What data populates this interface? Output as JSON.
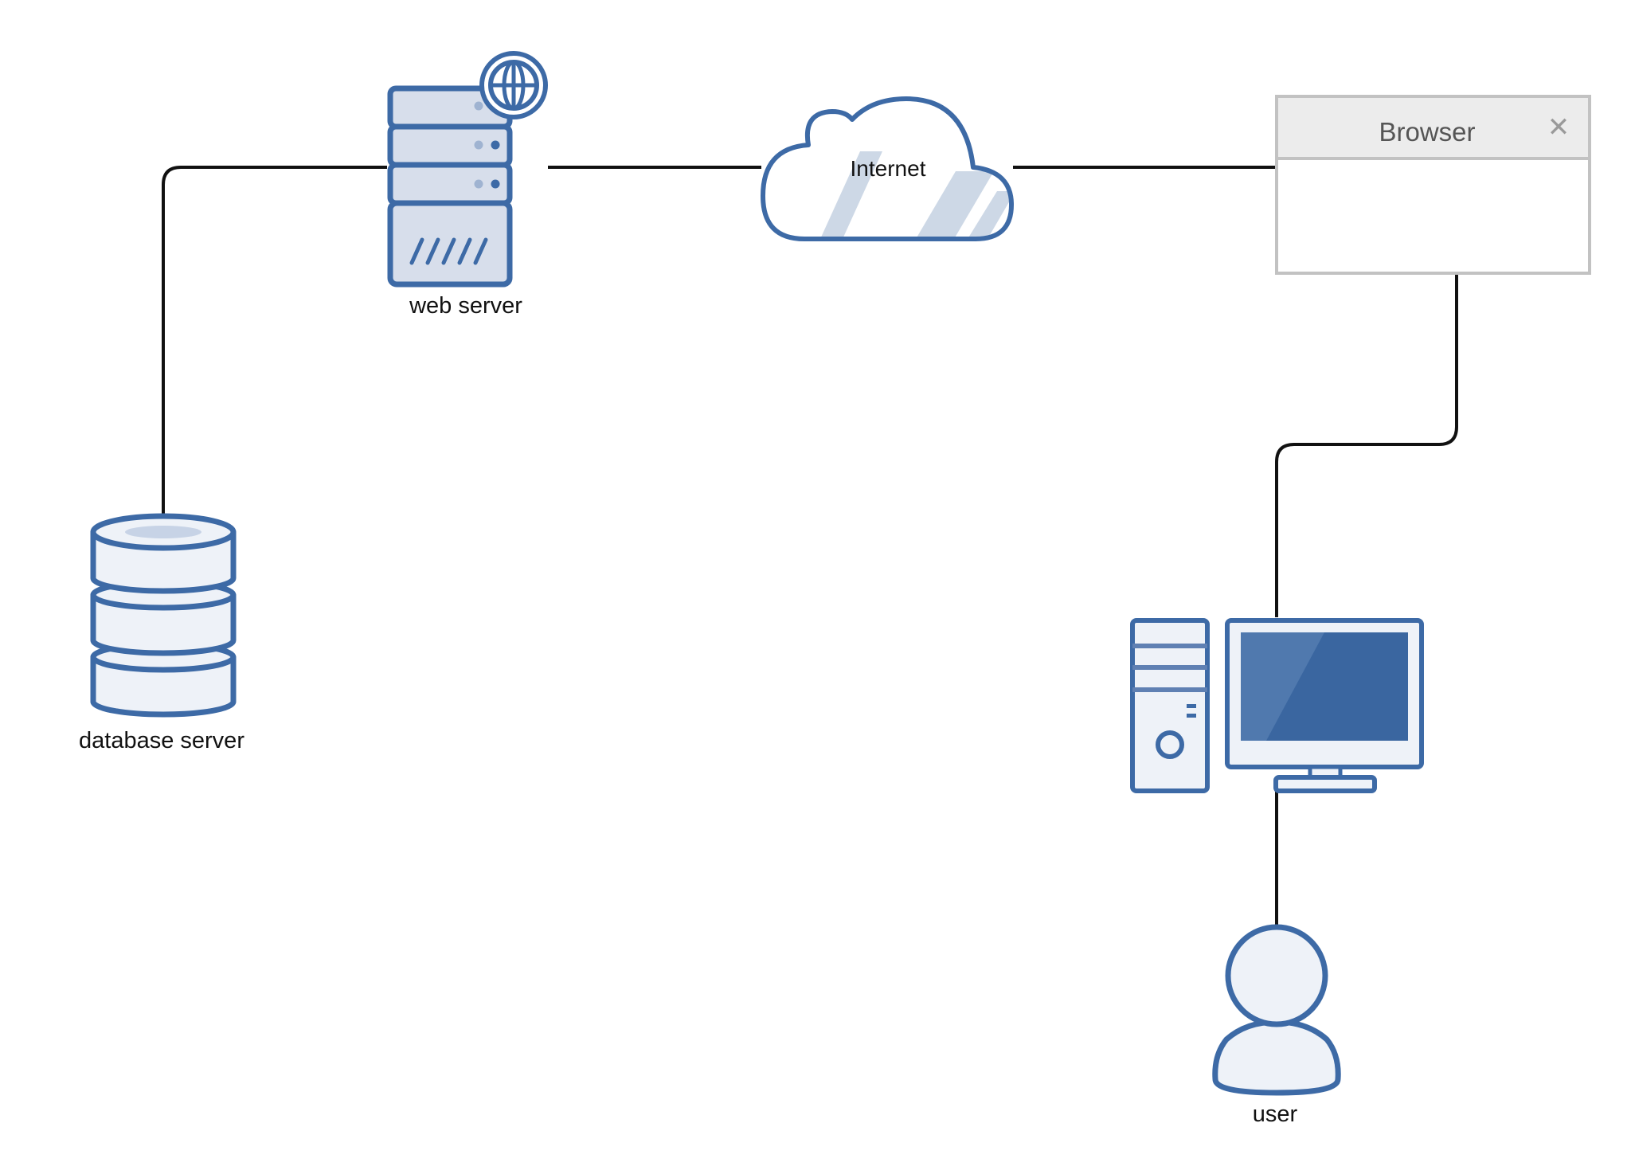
{
  "diagram": {
    "nodes": {
      "web_server": {
        "label": "web server",
        "icon": "web-server-icon"
      },
      "internet": {
        "label": "Internet",
        "icon": "cloud-icon"
      },
      "browser": {
        "title": "Browser",
        "close_glyph": "✕",
        "icon": "browser-window-icon"
      },
      "database_server": {
        "label": "database server",
        "icon": "database-icon"
      },
      "computer": {
        "icon": "desktop-computer-icon"
      },
      "user": {
        "label": "user",
        "icon": "user-icon"
      }
    },
    "connections": [
      {
        "from": "database server",
        "to": "web server"
      },
      {
        "from": "web server",
        "to": "Internet"
      },
      {
        "from": "Internet",
        "to": "Browser"
      },
      {
        "from": "Browser",
        "to": "computer"
      },
      {
        "from": "computer",
        "to": "user"
      }
    ]
  },
  "colors": {
    "icon_stroke": "#3d6aa6",
    "icon_fill": "#eef2f8",
    "icon_fill_mid": "#d7deeb",
    "screen": "#3a66a0",
    "screen_light": "#5079ae",
    "connector": "#111111",
    "browser_border": "#c2c2c2",
    "browser_title_bg": "#ececec"
  }
}
